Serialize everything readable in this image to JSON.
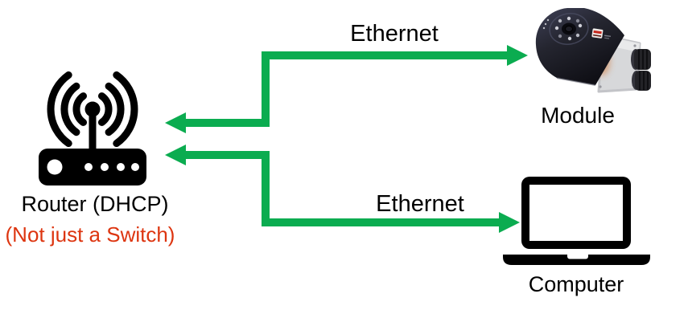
{
  "page": {
    "background": "#ffffff"
  },
  "diagram": {
    "colors": {
      "arrow_green": "#0BAC50",
      "alert_red": "#DD3510",
      "icon_black": "#000000",
      "label_black": "#000000"
    },
    "nodes": {
      "router": {
        "label": "Router (DHCP)",
        "sublabel": "(Not just a Switch)",
        "icon": "wifi-router-icon"
      },
      "module": {
        "label": "Module",
        "icon": "module-device-photo"
      },
      "computer": {
        "label": "Computer",
        "icon": "laptop-icon"
      }
    },
    "connections": [
      {
        "from": "router",
        "to": "module",
        "label": "Ethernet",
        "style": "elbow-double-arrow"
      },
      {
        "from": "router",
        "to": "computer",
        "label": "Ethernet",
        "style": "elbow-double-arrow"
      }
    ]
  }
}
